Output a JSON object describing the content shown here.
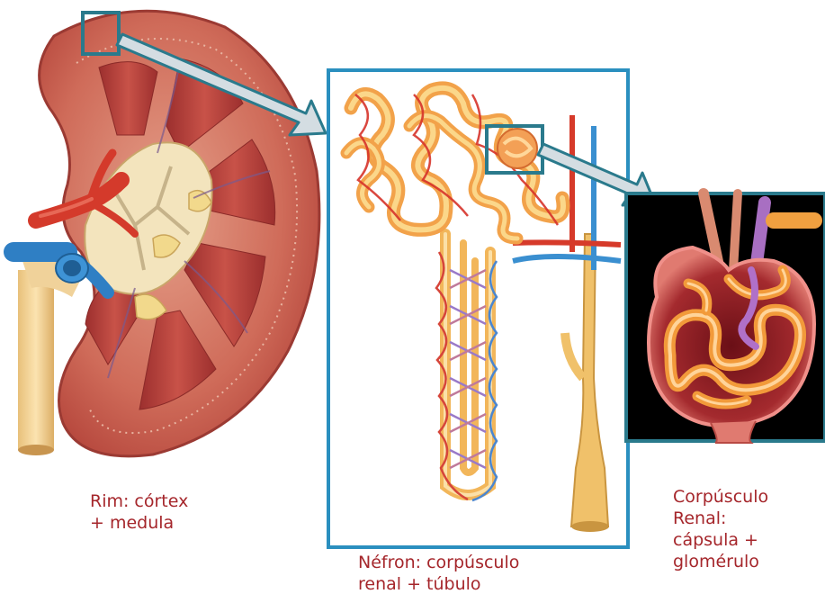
{
  "captions": {
    "kidney": "Rim: córtex\n+ medula",
    "nephron": "Néfron: corpúsculo\nrenal + túbulo",
    "corpuscle": "Corpúsculo\nRenal:\ncápsula +\nglomérulo"
  },
  "colors": {
    "frame": "#2a7a8c",
    "caption": "#a5262b",
    "cortex": "#c9574a",
    "medulla_pyramid": "#b8403c",
    "pelvis": "#f1e1b6",
    "artery": "#d9322a",
    "vein": "#3b8fd0",
    "tubule": "#f2b65a",
    "arrow": "#d4dde2",
    "corpuscle_bg": "#000000",
    "capsule": "#d24c4c"
  },
  "icons": [
    "kidney-illustration",
    "nephron-illustration",
    "renal-corpuscle-illustration",
    "zoom-arrow"
  ]
}
